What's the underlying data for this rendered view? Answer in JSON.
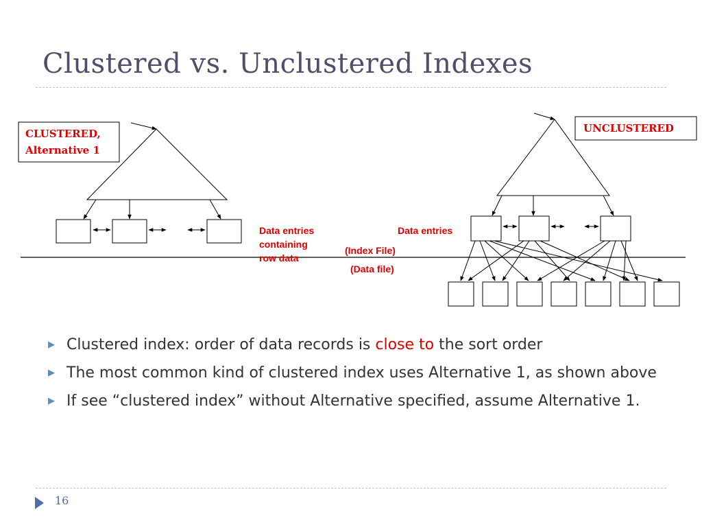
{
  "slide": {
    "title": "Clustered vs. Unclustered Indexes",
    "page_number": "16"
  },
  "diagram": {
    "clustered_label_line1": "CLUSTERED,",
    "clustered_label_line2": "Alternative 1",
    "unclustered_label": "UNCLUSTERED",
    "data_entries_containing_line1": "Data entries",
    "data_entries_containing_line2": "containing",
    "data_entries_containing_line3": "row data",
    "data_entries_right": "Data entries",
    "index_file": "(Index File)",
    "data_file": "(Data file)"
  },
  "bullets": [
    {
      "before": "Clustered index: order of data records is ",
      "highlight": "close to",
      "after": " the sort order"
    },
    {
      "text": "The most common kind of clustered index uses Alternative 1, as shown above"
    },
    {
      "text": "If see “clustered index” without Alternative specified, assume Alternative 1."
    }
  ],
  "colors": {
    "title": "#4f4f6b",
    "red": "#e00000",
    "accent": "#4f6fa6"
  }
}
